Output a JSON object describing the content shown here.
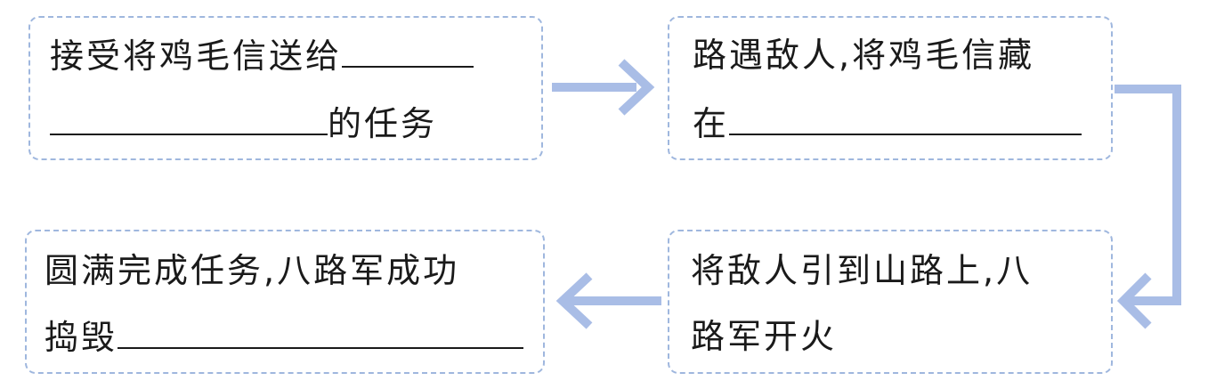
{
  "steps": [
    {
      "line1": "接受将鸡毛信送给",
      "line2_suffix": "的任务"
    },
    {
      "line1": "路遇敌人,将鸡毛信藏",
      "line2_prefix": "在"
    },
    {
      "line1": "将敌人引到山路上,八",
      "line2": "路军开火"
    },
    {
      "line1": "圆满完成任务,八路军成功",
      "line2_prefix": "捣毁"
    }
  ],
  "colors": {
    "arrow": "#a9bde6",
    "box_border": "#9fb7de",
    "text": "#1a1a1a"
  }
}
